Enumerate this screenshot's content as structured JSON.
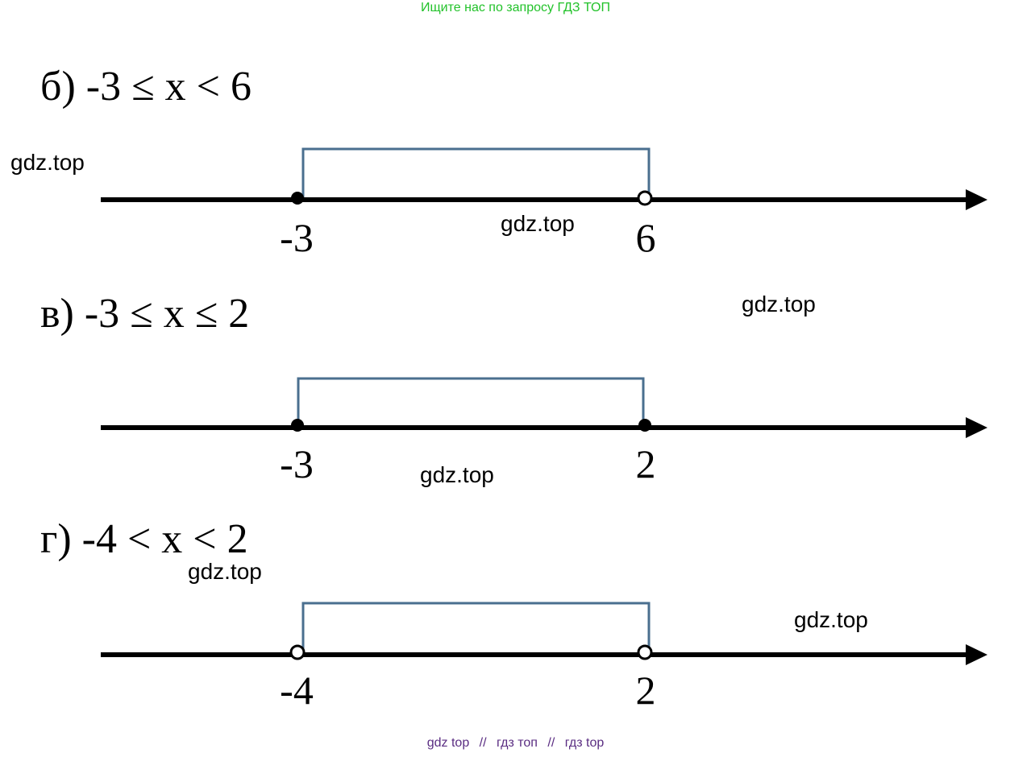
{
  "banner": "Ищите нас по запросу ГДЗ ТОП",
  "problems": [
    {
      "label": "б) -3 ≤ x < 6",
      "left_value": "-3",
      "right_value": "6",
      "left_point": "closed",
      "right_point": "open"
    },
    {
      "label": "в) -3 ≤ x ≤ 2",
      "left_value": "-3",
      "right_value": "2",
      "left_point": "closed",
      "right_point": "closed"
    },
    {
      "label": "г) -4 < x < 2",
      "left_value": "-4",
      "right_value": "2",
      "left_point": "open",
      "right_point": "open"
    }
  ],
  "watermarks": [
    "gdz.top",
    "gdz.top",
    "gdz.top",
    "gdz.top",
    "gdz.top",
    "gdz.top"
  ],
  "footer": {
    "part1": "gdz top",
    "sep1": "//",
    "part2": "гдз топ",
    "sep2": "//",
    "part3": "гдз top"
  },
  "colors": {
    "axis": "#000000",
    "bracket": "#4a6f8f",
    "banner": "#22c22a",
    "footer": "#5a2d82"
  }
}
